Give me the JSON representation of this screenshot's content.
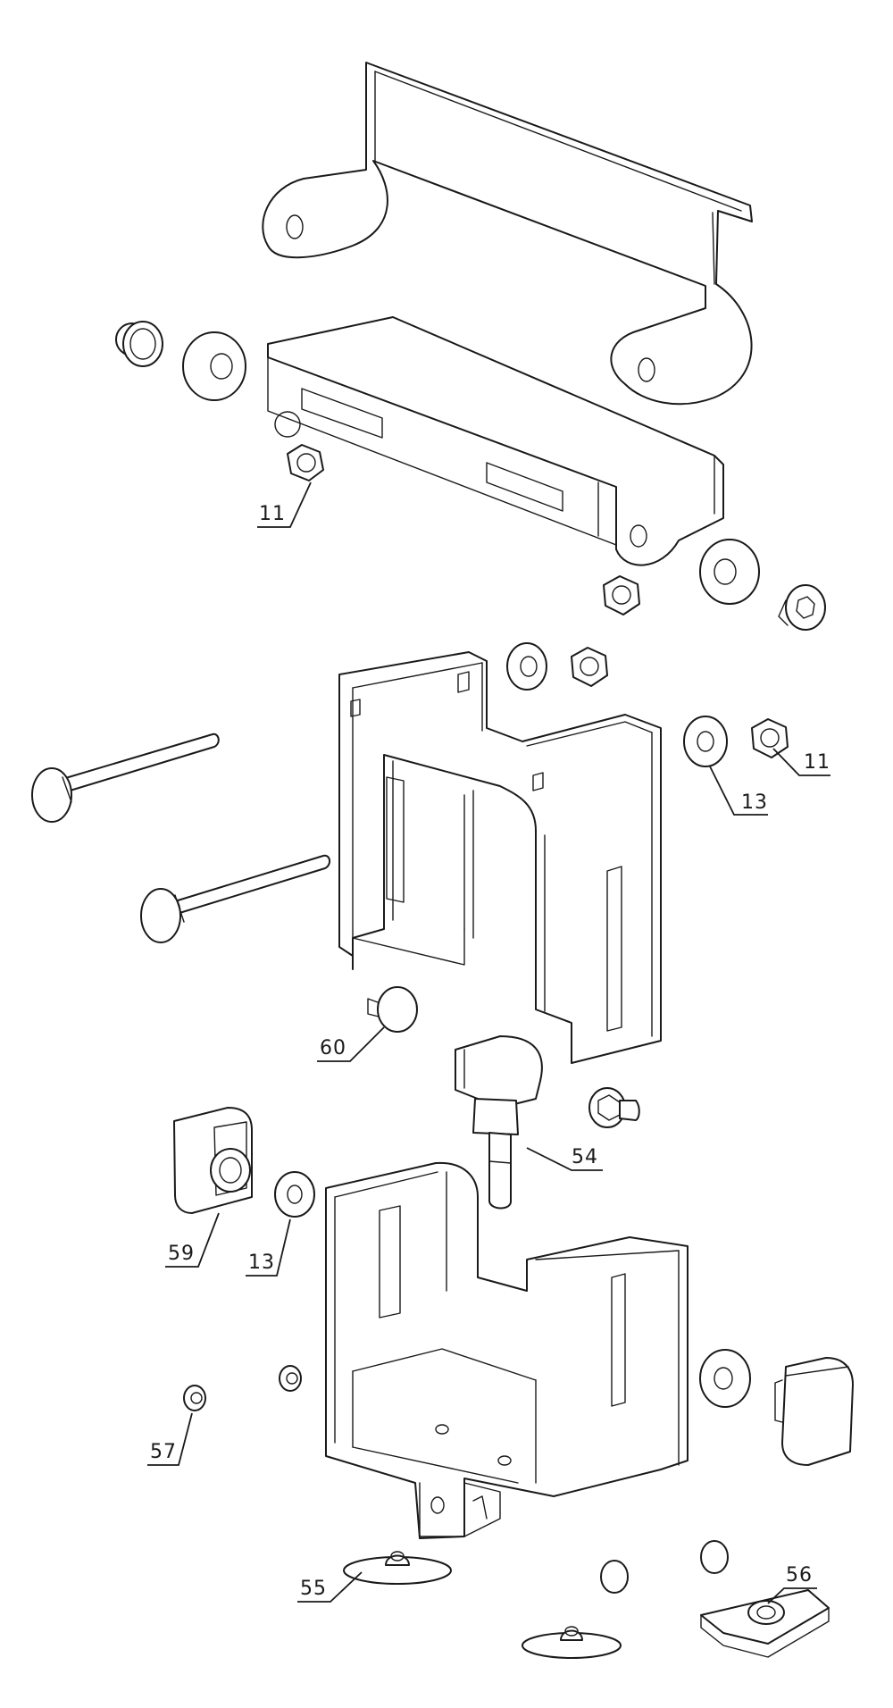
{
  "callouts": [
    {
      "id": "c1",
      "text": "11"
    },
    {
      "id": "c2",
      "text": "11"
    },
    {
      "id": "c3",
      "text": "13"
    },
    {
      "id": "c4",
      "text": "60"
    },
    {
      "id": "c5",
      "text": "54"
    },
    {
      "id": "c6",
      "text": "59"
    },
    {
      "id": "c7",
      "text": "13"
    },
    {
      "id": "c8",
      "text": "57"
    },
    {
      "id": "c9",
      "text": "55"
    },
    {
      "id": "c10",
      "text": "56"
    }
  ],
  "colors": {
    "line": "#1a1a1a",
    "background": "#ffffff"
  }
}
